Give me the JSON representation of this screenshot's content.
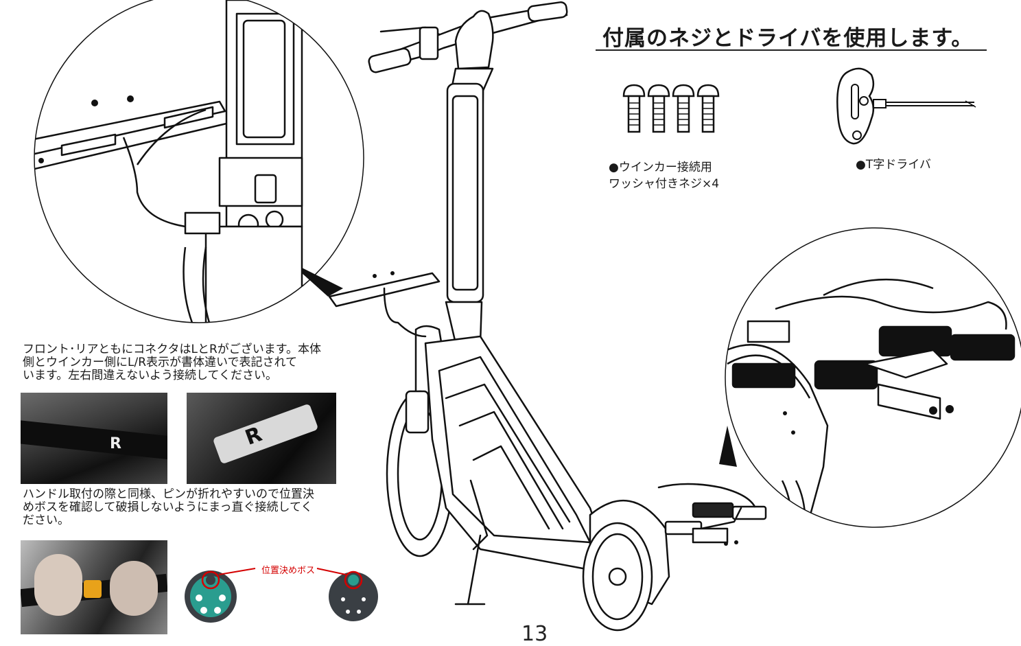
{
  "heading": "付属のネジとドライバを使用します。",
  "tools": {
    "screw_caption_line1": "●ウインカー接続用",
    "screw_caption_line2": "ワッシャ付きネジ×4",
    "driver_caption": "●T字ドライバ"
  },
  "instructions": {
    "connector_note_line1": "フロント･リアともにコネクタはLとRがございます。本体",
    "connector_note_line2": "側とウインカー側にL/R表示が書体違いで表記されて",
    "connector_note_line3": "います。左右間違えないよう接続してください。",
    "pin_note_line1": "ハンドル取付の際と同様、ピンが折れやすいので位置決",
    "pin_note_line2": "めボスを確認して破損しないようにまっ直ぐ接続してく",
    "pin_note_line3": "ださい。"
  },
  "photos": {
    "photo1_letter": "R",
    "photo2_letter": "R"
  },
  "connector_diagram": {
    "boss_label": "位置決めボス",
    "label_color": "#d40000",
    "teal_color": "#2a9d8f",
    "dark_color": "#3a3f44"
  },
  "page_number": "13"
}
